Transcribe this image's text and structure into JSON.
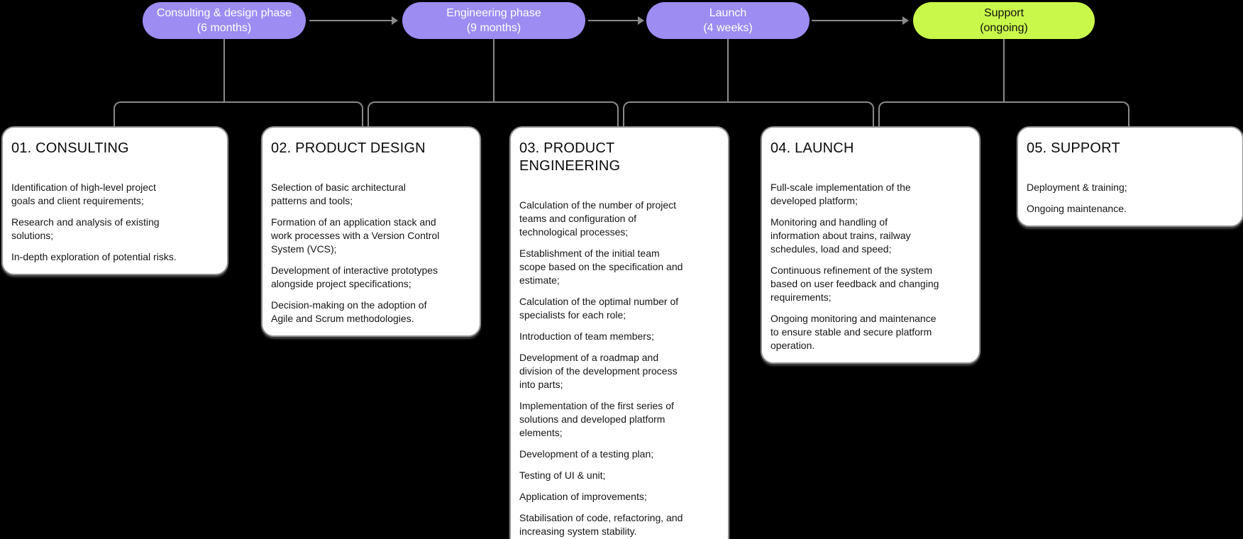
{
  "diagram": {
    "background": "#000000",
    "connector_color": "#8a8a8a",
    "phases": [
      {
        "label": "Consulting & design phase",
        "duration": "(6 months)",
        "color": "#9d8cf2",
        "text_color": "#ffffff"
      },
      {
        "label": "Engineering phase",
        "duration": "(9 months)",
        "color": "#9d8cf2",
        "text_color": "#ffffff"
      },
      {
        "label": "Launch",
        "duration": "(4 weeks)",
        "color": "#9d8cf2",
        "text_color": "#ffffff"
      },
      {
        "label": "Support",
        "duration": "(ongoing)",
        "color": "#c9f84a",
        "text_color": "#111111"
      }
    ],
    "cards": [
      {
        "heading": "01. CONSULTING",
        "items": [
          "Identification of high-level project\ngoals and client requirements;",
          "Research and analysis of existing\nsolutions;",
          "In-depth exploration of potential risks."
        ]
      },
      {
        "heading": "02. PRODUCT DESIGN",
        "items": [
          "Selection of basic architectural\npatterns and tools;",
          "Formation of an application stack and\nwork processes with a Version Control\nSystem (VCS);",
          "Development of interactive prototypes\nalongside project specifications;",
          "Decision-making on the adoption of\nAgile and Scrum methodologies."
        ]
      },
      {
        "heading": "03. PRODUCT ENGINEERING",
        "items": [
          "Calculation of the number of project\nteams and configuration of\ntechnological processes;",
          "Establishment of the initial team\nscope based on the specification and\nestimate;",
          "Calculation of the optimal number of\nspecialists for each role;",
          "Introduction of team members;",
          "Development of a roadmap and\ndivision of the development process\ninto parts;",
          "Implementation of the first series of\nsolutions and developed platform\nelements;",
          "Development of a testing plan;",
          "Testing of UI & unit;",
          "Application of improvements;",
          "Stabilisation of code, refactoring, and\nincreasing system stability."
        ]
      },
      {
        "heading": "04. LAUNCH",
        "items": [
          "Full-scale implementation of the\ndeveloped platform;",
          "Monitoring and handling of\ninformation about trains, railway\nschedules, load and speed;",
          "Continuous refinement of the system\nbased on user feedback and changing\nrequirements;",
          "Ongoing monitoring and maintenance\nto ensure stable and secure platform\noperation."
        ]
      },
      {
        "heading": "05. SUPPORT",
        "items": [
          "Deployment & training;",
          "Ongoing maintenance."
        ]
      }
    ]
  }
}
